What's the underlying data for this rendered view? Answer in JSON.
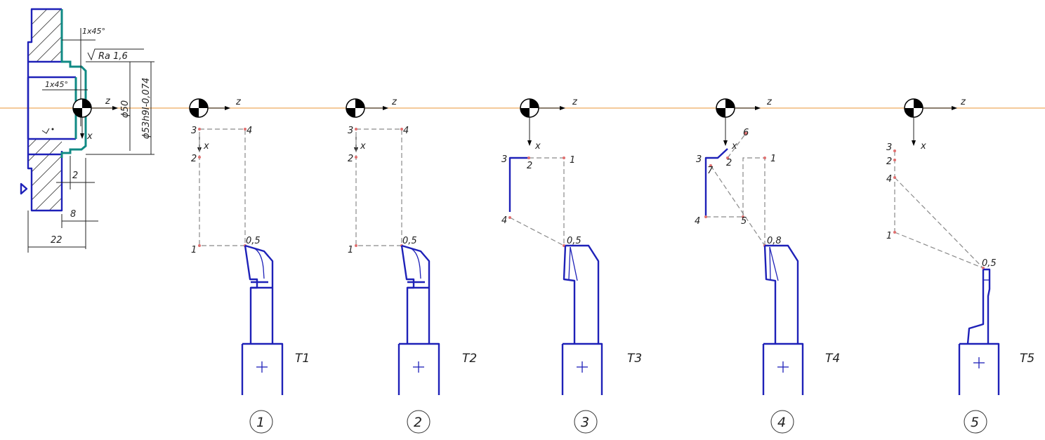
{
  "drawing": {
    "chamfer_top": "1x45°",
    "chamfer_mid": "1x45°",
    "roughness": "Ra 1,6",
    "dia_inner": "ϕ50",
    "dia_outer": "ϕ53h9I-0,074",
    "dim_2": "2",
    "dim_8": "8",
    "dim_22": "22",
    "axis_z": "z",
    "axis_x": "x"
  },
  "tools": [
    {
      "id": "T1",
      "step": "1",
      "radius": "0,5",
      "axis_z": "z",
      "axis_x": "x",
      "points": [
        "1",
        "2",
        "3",
        "4"
      ]
    },
    {
      "id": "T2",
      "step": "2",
      "radius": "0,5",
      "axis_z": "z",
      "axis_x": "x",
      "points": [
        "1",
        "2",
        "3",
        "4"
      ]
    },
    {
      "id": "T3",
      "step": "3",
      "radius": "0,5",
      "axis_z": "z",
      "axis_x": "x",
      "points": [
        "1",
        "2",
        "3",
        "4"
      ]
    },
    {
      "id": "T4",
      "step": "4",
      "radius": "0,8",
      "axis_z": "z",
      "axis_x": "x",
      "points": [
        "1",
        "2",
        "3",
        "4",
        "5",
        "6",
        "7"
      ]
    },
    {
      "id": "T5",
      "step": "5",
      "radius": "0,5",
      "axis_z": "z",
      "axis_x": "x",
      "points": [
        "1",
        "2",
        "3",
        "4"
      ]
    }
  ],
  "colors": {
    "contour": "#1e21b8",
    "finished_surface": "#108a84",
    "spindle_axis": "#f0b878",
    "path": "#8a8a8a",
    "point": "#e07070"
  }
}
